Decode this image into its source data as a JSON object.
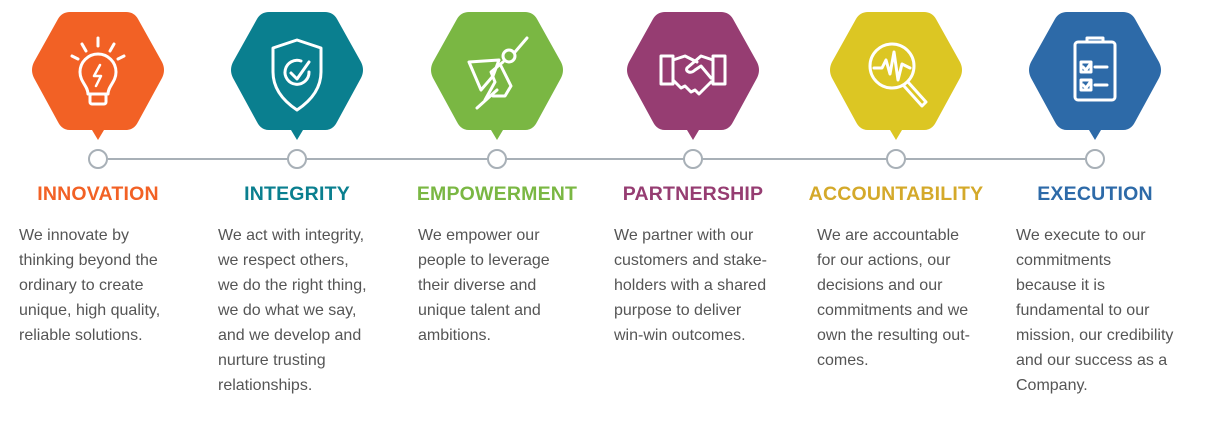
{
  "values": [
    {
      "title": "INNOVATION",
      "color": "#f26125",
      "icon": "lightbulb-icon",
      "lines": [
        "We innovate by",
        "thinking beyond the",
        "ordinary to create",
        "unique, high quality,",
        "reliable solutions."
      ]
    },
    {
      "title": "INTEGRITY",
      "color": "#0a7f8f",
      "icon": "shield-check-icon",
      "lines": [
        "We act with integrity,",
        "we respect others,",
        "we do the right thing,",
        "we do what we say,",
        "and we develop and",
        "nurture trusting",
        "relationships."
      ]
    },
    {
      "title": "EMPOWERMENT",
      "color": "#7ab743",
      "icon": "superhero-icon",
      "lines": [
        "We empower our",
        "people to leverage",
        "their diverse and",
        "unique talent and",
        "ambitions."
      ]
    },
    {
      "title": "PARTNERSHIP",
      "color": "#963d72",
      "icon": "handshake-icon",
      "lines": [
        "We partner with our",
        "customers and stake-",
        "holders with a shared",
        "purpose to deliver",
        "win-win outcomes."
      ]
    },
    {
      "title": "ACCOUNTABILITY",
      "color": "#dcc623",
      "title_color": "#d4a92a",
      "icon": "magnifier-pulse-icon",
      "lines": [
        "We are accountable",
        "for our actions, our",
        "decisions and our",
        "commitments and we",
        "own the resulting out-",
        "comes."
      ]
    },
    {
      "title": "EXECUTION",
      "color": "#2d6aa8",
      "icon": "clipboard-checklist-icon",
      "lines": [
        "We execute to our",
        "commitments",
        "because it is",
        "fundamental to our",
        "mission, our credibility",
        "and our success as a",
        "Company."
      ]
    }
  ],
  "timeline": {
    "line_color": "#a8b0b7"
  }
}
